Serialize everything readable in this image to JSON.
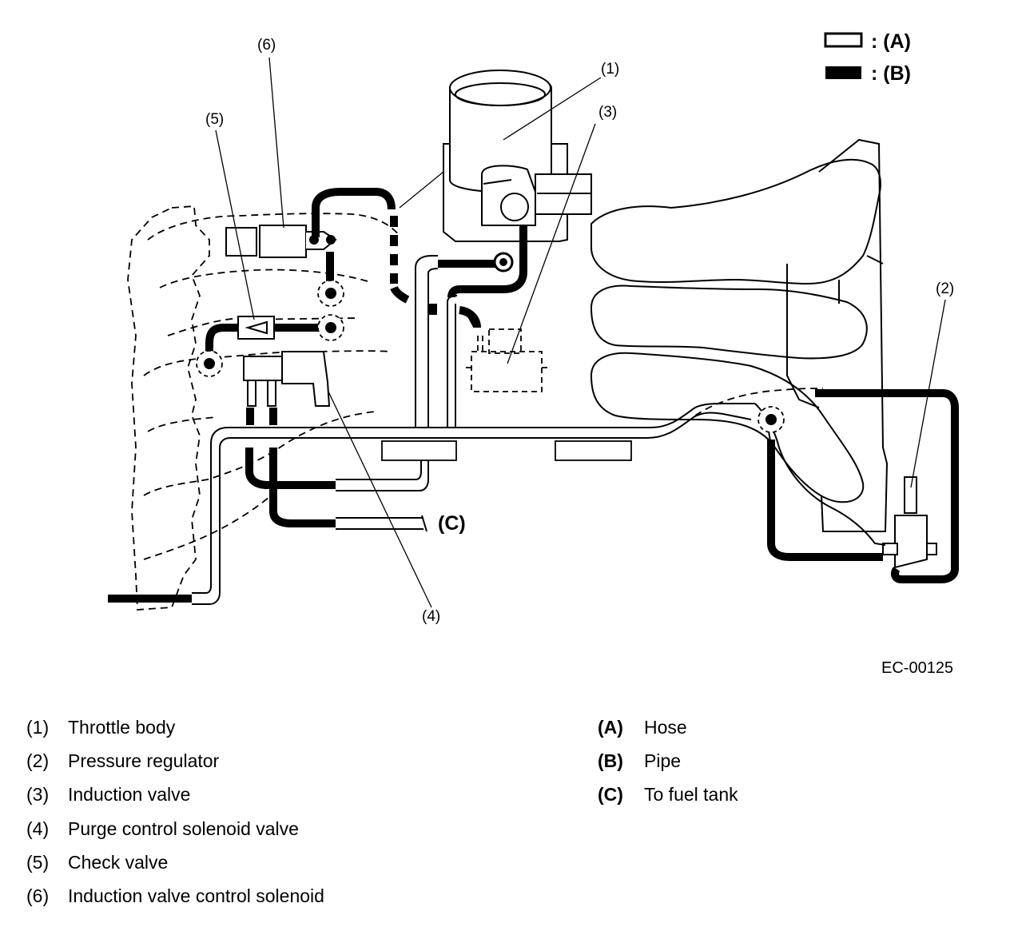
{
  "legend": [
    {
      "key": ": (A)",
      "style": "hose-outline"
    },
    {
      "key": ": (B)",
      "style": "pipe-solid"
    }
  ],
  "callouts": [
    "(1)",
    "(2)",
    "(3)",
    "(4)",
    "(5)",
    "(6)"
  ],
  "to_label": "(C)",
  "figure_code": "EC-00125",
  "parts": [
    {
      "num": "(1)",
      "name": "Throttle body"
    },
    {
      "num": "(2)",
      "name": "Pressure regulator"
    },
    {
      "num": "(3)",
      "name": "Induction valve"
    },
    {
      "num": "(4)",
      "name": "Purge control solenoid valve"
    },
    {
      "num": "(5)",
      "name": "Check valve"
    },
    {
      "num": "(6)",
      "name": "Induction valve control solenoid"
    }
  ],
  "keys": [
    {
      "num": "(A)",
      "name": "Hose"
    },
    {
      "num": "(B)",
      "name": "Pipe"
    },
    {
      "num": "(C)",
      "name": "To fuel tank"
    }
  ],
  "colors": {
    "ink": "#000000",
    "paper": "#ffffff"
  }
}
